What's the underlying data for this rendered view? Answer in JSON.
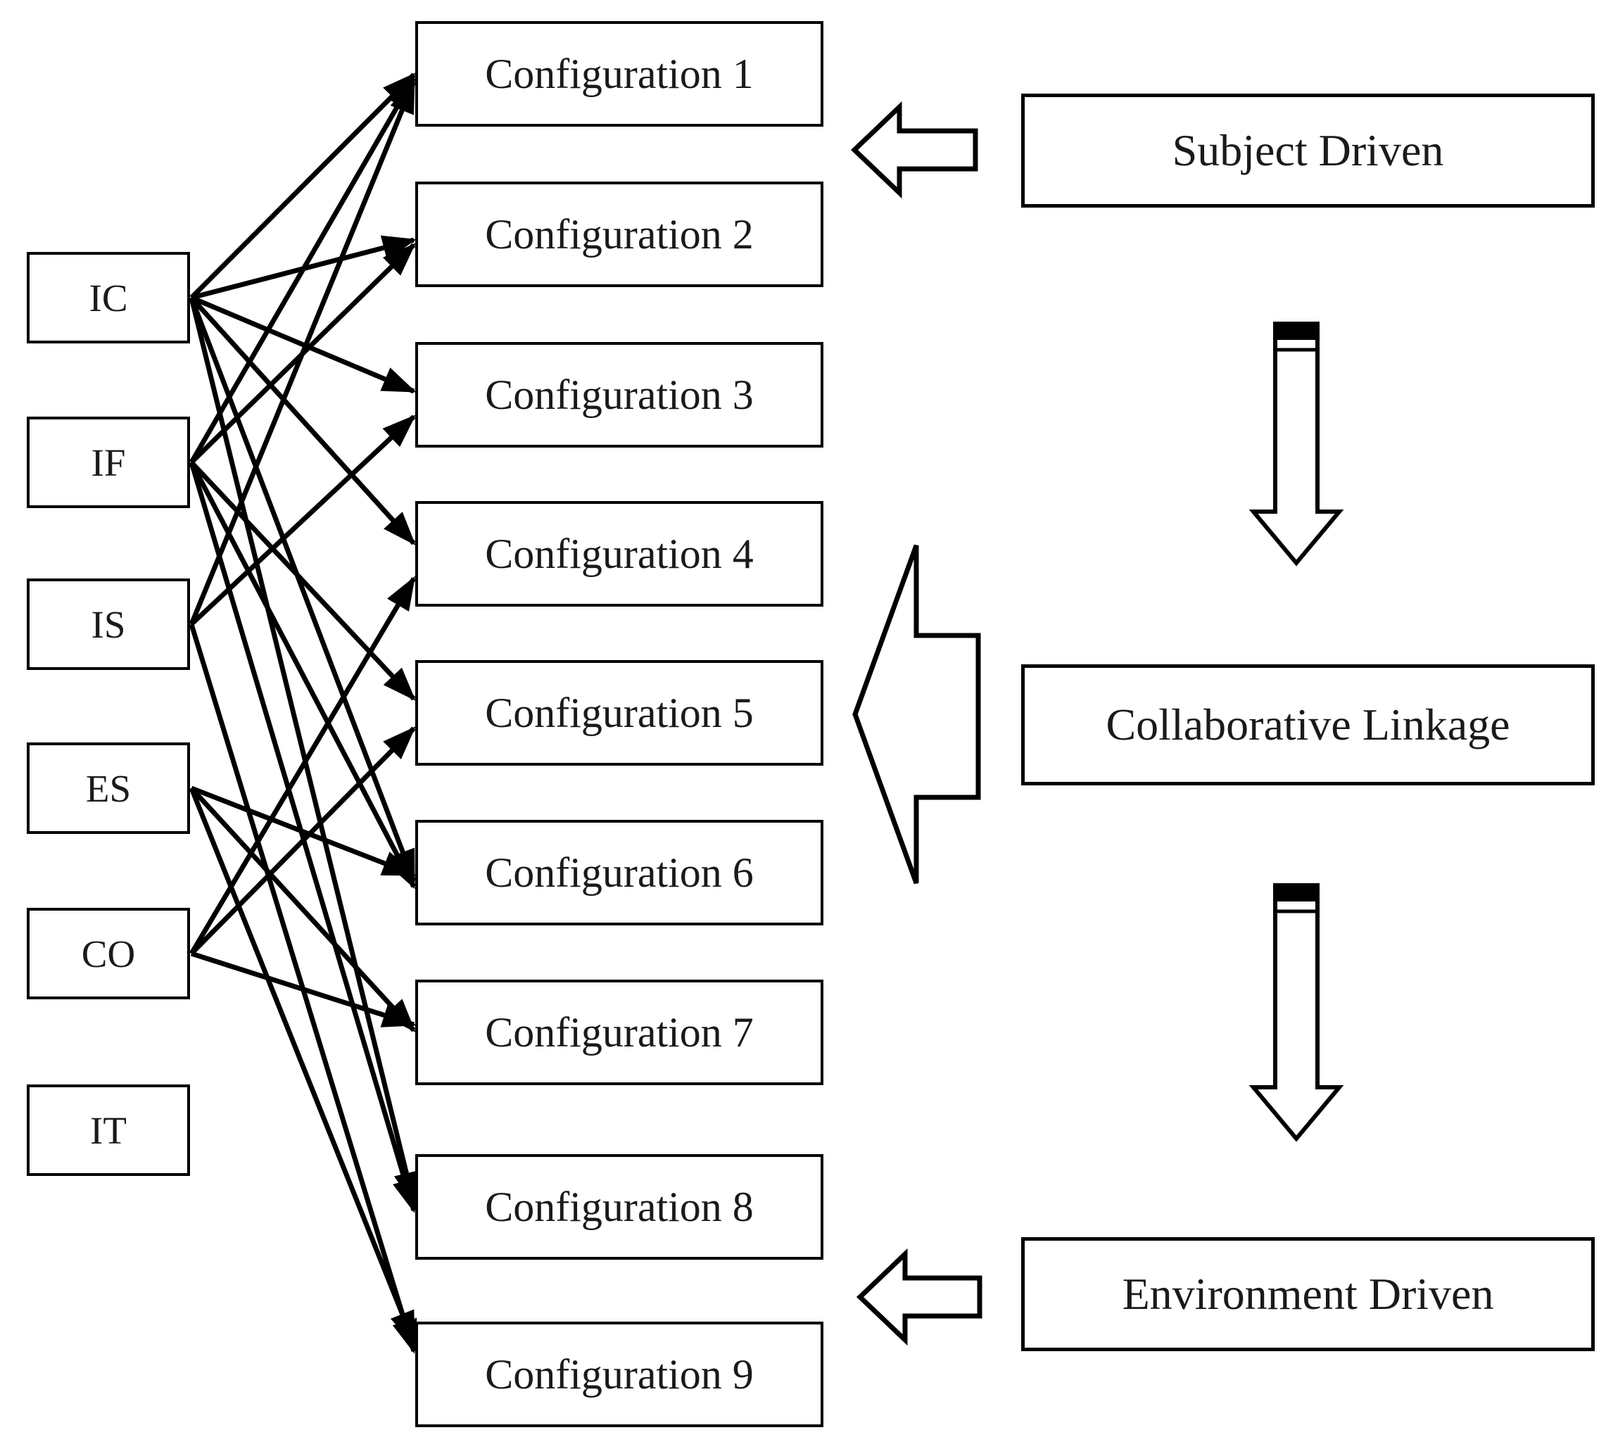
{
  "diagram": {
    "sources": [
      {
        "id": "IC",
        "label": "IC"
      },
      {
        "id": "IF",
        "label": "IF"
      },
      {
        "id": "IS",
        "label": "IS"
      },
      {
        "id": "ES",
        "label": "ES"
      },
      {
        "id": "CO",
        "label": "CO"
      },
      {
        "id": "IT",
        "label": "IT"
      }
    ],
    "configurations": [
      {
        "id": "C1",
        "label": "Configuration 1"
      },
      {
        "id": "C2",
        "label": "Configuration 2"
      },
      {
        "id": "C3",
        "label": "Configuration 3"
      },
      {
        "id": "C4",
        "label": "Configuration 4"
      },
      {
        "id": "C5",
        "label": "Configuration 5"
      },
      {
        "id": "C6",
        "label": "Configuration 6"
      },
      {
        "id": "C7",
        "label": "Configuration 7"
      },
      {
        "id": "C8",
        "label": "Configuration 8"
      },
      {
        "id": "C9",
        "label": "Configuration 9"
      }
    ],
    "edges": [
      [
        "IC",
        "C1"
      ],
      [
        "IF",
        "C1"
      ],
      [
        "IS",
        "C1"
      ],
      [
        "IC",
        "C2"
      ],
      [
        "IF",
        "C2"
      ],
      [
        "IC",
        "C3"
      ],
      [
        "IS",
        "C3"
      ],
      [
        "IC",
        "C4"
      ],
      [
        "CO",
        "C4"
      ],
      [
        "IF",
        "C5"
      ],
      [
        "CO",
        "C5"
      ],
      [
        "ES",
        "C6"
      ],
      [
        "IC",
        "C6"
      ],
      [
        "IF",
        "C6"
      ],
      [
        "CO",
        "C7"
      ],
      [
        "ES",
        "C7"
      ],
      [
        "IC",
        "C8"
      ],
      [
        "IF",
        "C8"
      ],
      [
        "ES",
        "C9"
      ],
      [
        "IS",
        "C9"
      ]
    ],
    "annotations": [
      {
        "id": "subject",
        "label": "Subject Driven"
      },
      {
        "id": "collab",
        "label": "Collaborative Linkage"
      },
      {
        "id": "environment",
        "label": "Environment Driven"
      }
    ],
    "colors": {
      "stroke": "#000000",
      "background": "#ffffff",
      "text": "#1a1a1a"
    }
  }
}
